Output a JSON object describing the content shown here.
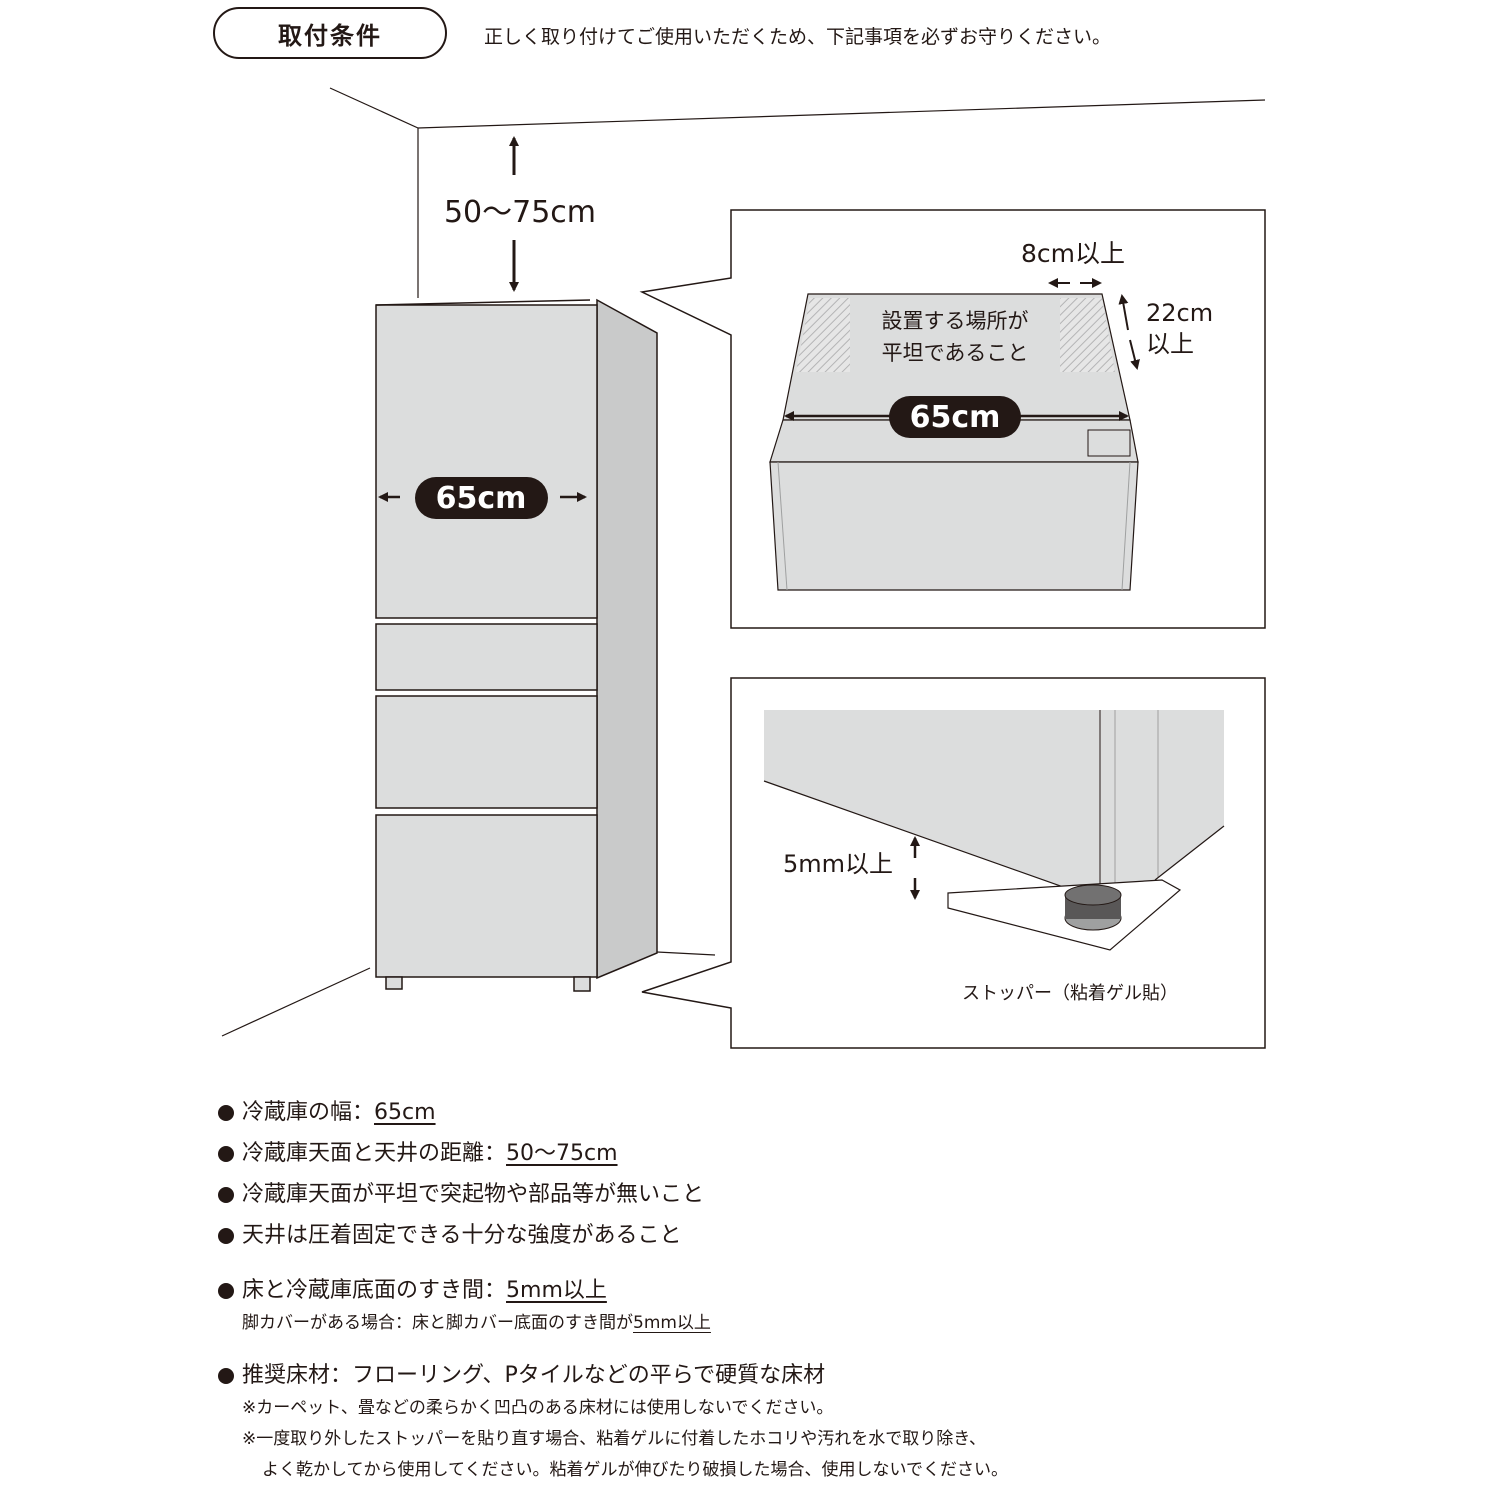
{
  "header": {
    "title": "取付条件",
    "intro": "正しく取り付けてご使用いただくため、下記事項を必ずお守りください。"
  },
  "diagram": {
    "ceiling_distance": "50〜75cm",
    "fridge_width": "65cm",
    "top_detail": {
      "edge_margin": "8cm以上",
      "depth_line1": "22cm",
      "depth_line2": "以上",
      "flat_line1": "設置する場所が",
      "flat_line2": "平坦であること",
      "width": "65cm"
    },
    "bottom_detail": {
      "gap": "5mm以上",
      "stopper": "ストッパー（粘着ゲル貼）"
    }
  },
  "conditions": {
    "c1_label": "冷蔵庫の幅：",
    "c1_value": "65cm",
    "c2_label": "冷蔵庫天面と天井の距離：",
    "c2_value": "50〜75cm",
    "c3": "冷蔵庫天面が平坦で突起物や部品等が無いこと",
    "c4": "天井は圧着固定できる十分な強度があること",
    "c5_label": "床と冷蔵庫底面のすき間：",
    "c5_value": "5mm以上",
    "c5_sub_label": "脚カバーがある場合：床と脚カバー底面のすき間が",
    "c5_sub_value": "5mm以上",
    "c6": "推奨床材：フローリング、Pタイルなどの平らで硬質な床材",
    "note1": "※カーペット、畳などの柔らかく凹凸のある床材には使用しないでください。",
    "note2": "※一度取り外したストッパーを貼り直す場合、粘着ゲルに付着したホコリや汚れを水で取り除き、",
    "note3": "よく乾かしてから使用してください。粘着ゲルが伸びたり破損した場合、使用しないでください。"
  },
  "colors": {
    "ink": "#231815",
    "fridge_fill": "#dcdddd",
    "hatch": "#b5b5b6"
  }
}
